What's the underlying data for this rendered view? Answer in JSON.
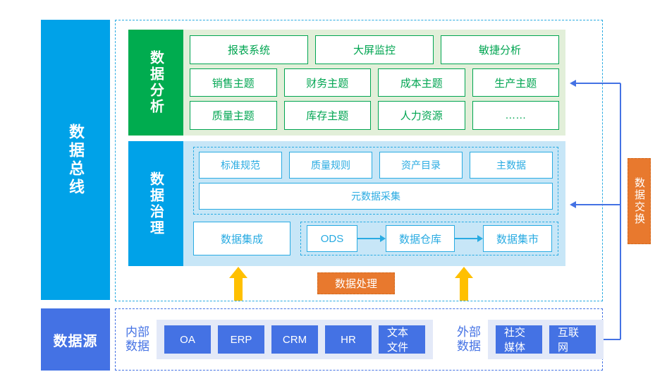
{
  "left_rail": {
    "bus_label": "数据总线",
    "source_label": "数据源"
  },
  "analysis": {
    "label": "数据分析",
    "row1": [
      "报表系统",
      "大屏监控",
      "敏捷分析"
    ],
    "row2": [
      "销售主题",
      "财务主题",
      "成本主题",
      "生产主题"
    ],
    "row3": [
      "质量主题",
      "库存主题",
      "人力资源",
      "……"
    ]
  },
  "governance": {
    "label": "数据治理",
    "meta_row": [
      "标准规范",
      "质量规则",
      "资产目录",
      "主数据"
    ],
    "meta_wide": "元数据采集",
    "integration": "数据集成",
    "flow": [
      "ODS",
      "数据仓库",
      "数据集市"
    ]
  },
  "tags": {
    "processing": "数据处理",
    "exchange": "数据交换"
  },
  "data_source": {
    "internal_label": "内部数据",
    "internal_items": [
      "OA",
      "ERP",
      "CRM",
      "HR",
      "文本文件"
    ],
    "external_label": "外部数据",
    "external_items": [
      "社交媒体",
      "互联网"
    ]
  },
  "colors": {
    "bus_blue": "#00A2E8",
    "source_blue": "#4472E4",
    "analysis_green": "#00AC4F",
    "analysis_bg": "#E2EFD9",
    "governance_bg": "#C7E6F7",
    "orange": "#E8792E",
    "yellow": "#FFC000",
    "green_outline": "#00A551",
    "blue_outline": "#29ABE2"
  }
}
